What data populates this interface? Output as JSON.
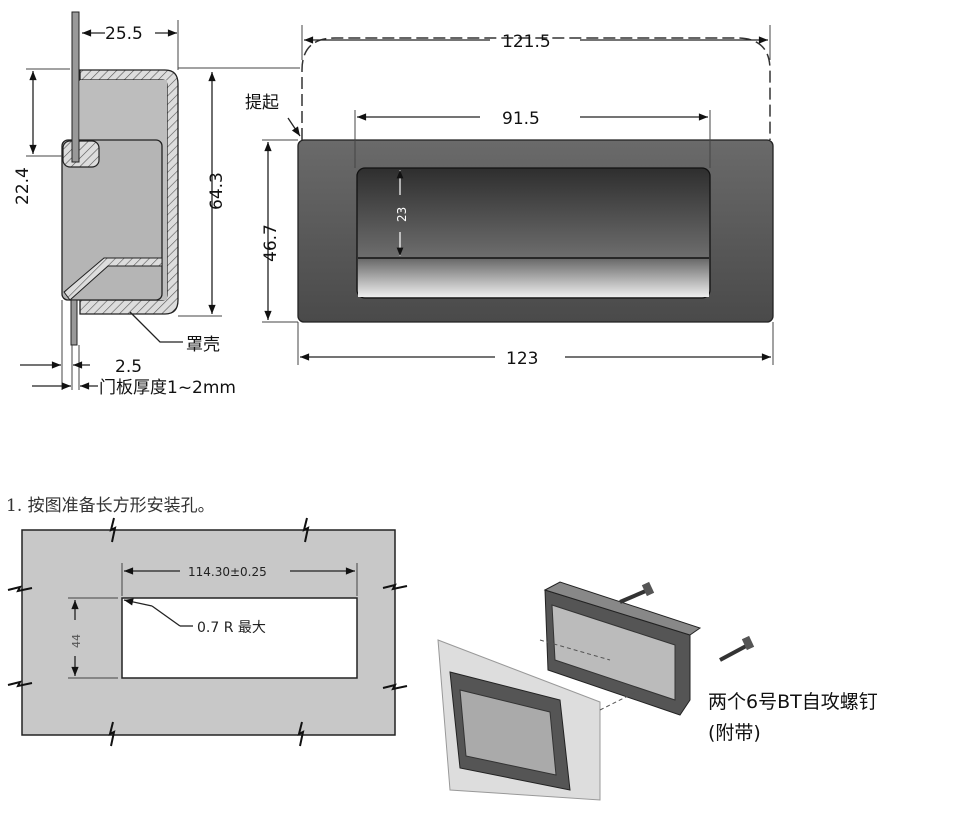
{
  "side_view": {
    "depth": "25.5",
    "height": "64.3",
    "upper_height": "22.4",
    "housing_label": "罩壳",
    "offset": "2.5",
    "panel_thickness": "门板厚度1~2mm"
  },
  "front_view": {
    "lift_label": "提起",
    "lifted_width": "121.5",
    "recess_width": "91.5",
    "body_height": "46.7",
    "recess_height": "23",
    "overall_width": "123"
  },
  "cutout": {
    "step_text": "1. 按图准备长方形安装孔。",
    "width": "114.30±0.25",
    "height": "44",
    "radius_note": "0.7 R 最大"
  },
  "assembly": {
    "screws_label": "两个6号BT自攻螺钉",
    "screws_note": "(附带)"
  },
  "colors": {
    "body_dark": "#5a5a5a",
    "panel_gray": "#c8c8c8",
    "housing": "#bdbdbd"
  }
}
